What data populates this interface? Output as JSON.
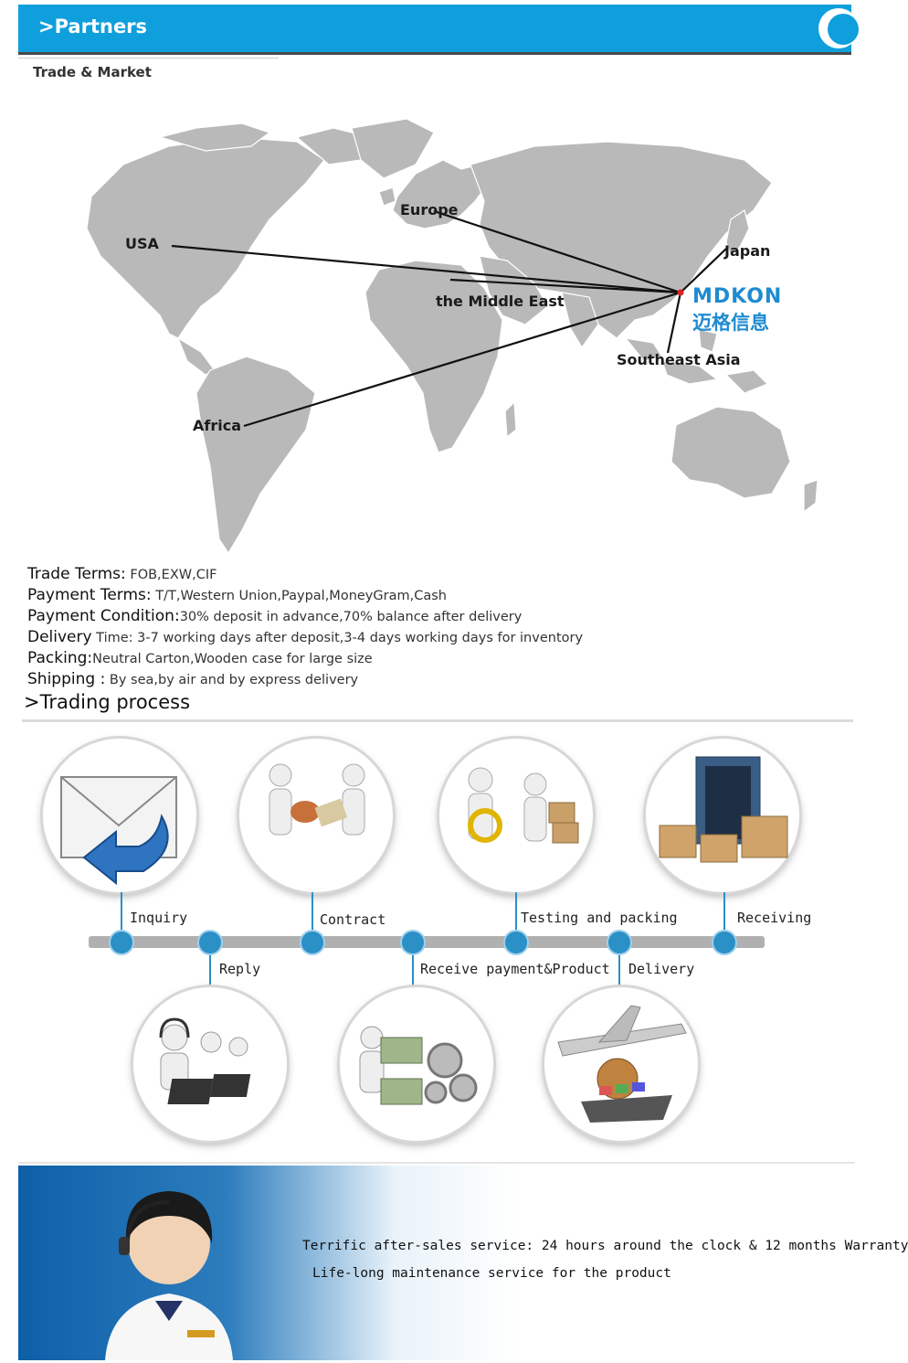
{
  "header": {
    "title": ">Partners",
    "accent": "#0f9fdc"
  },
  "sub_title": "Trade & Market",
  "map": {
    "labels": {
      "usa": "USA",
      "europe": "Europe",
      "japan": "Japan",
      "middle_east": "the Middle East",
      "southeast_asia": "Southeast Asia",
      "africa": "Africa"
    },
    "logo": {
      "latin": "MDKON",
      "chinese": "迈格信息",
      "color": "#1f8bd0"
    }
  },
  "terms": [
    {
      "key": "Trade Terms:",
      "value": " FOB,EXW,CIF"
    },
    {
      "key": "Payment Terms:",
      "value": " T/T,Western Union,Paypal,MoneyGram,Cash"
    },
    {
      "key": "Payment Condition:",
      "value": "30% deposit in advance,70% balance after delivery"
    },
    {
      "key": "Delivery",
      "value": " Time: 3-7 working days after deposit,3-4 days working days for inventory"
    },
    {
      "key": "Packing:",
      "value": "Neutral Carton,Wooden case for large size"
    },
    {
      "key": "Shipping :",
      "value": " By sea,by air and by express delivery"
    }
  ],
  "process": {
    "title": ">Trading process",
    "steps": {
      "inquiry": "Inquiry",
      "reply": "Reply",
      "contract": "Contract",
      "receive": "Receive payment&Product",
      "testing": "Testing and packing",
      "delivery": "Delivery",
      "receiving": "Receiving"
    },
    "accent": "#2a90c6"
  },
  "footer": {
    "line1": "Terrific after-sales service: 24 hours around the clock & 12 months Warranty",
    "line2": "Life-long maintenance service for the product"
  }
}
